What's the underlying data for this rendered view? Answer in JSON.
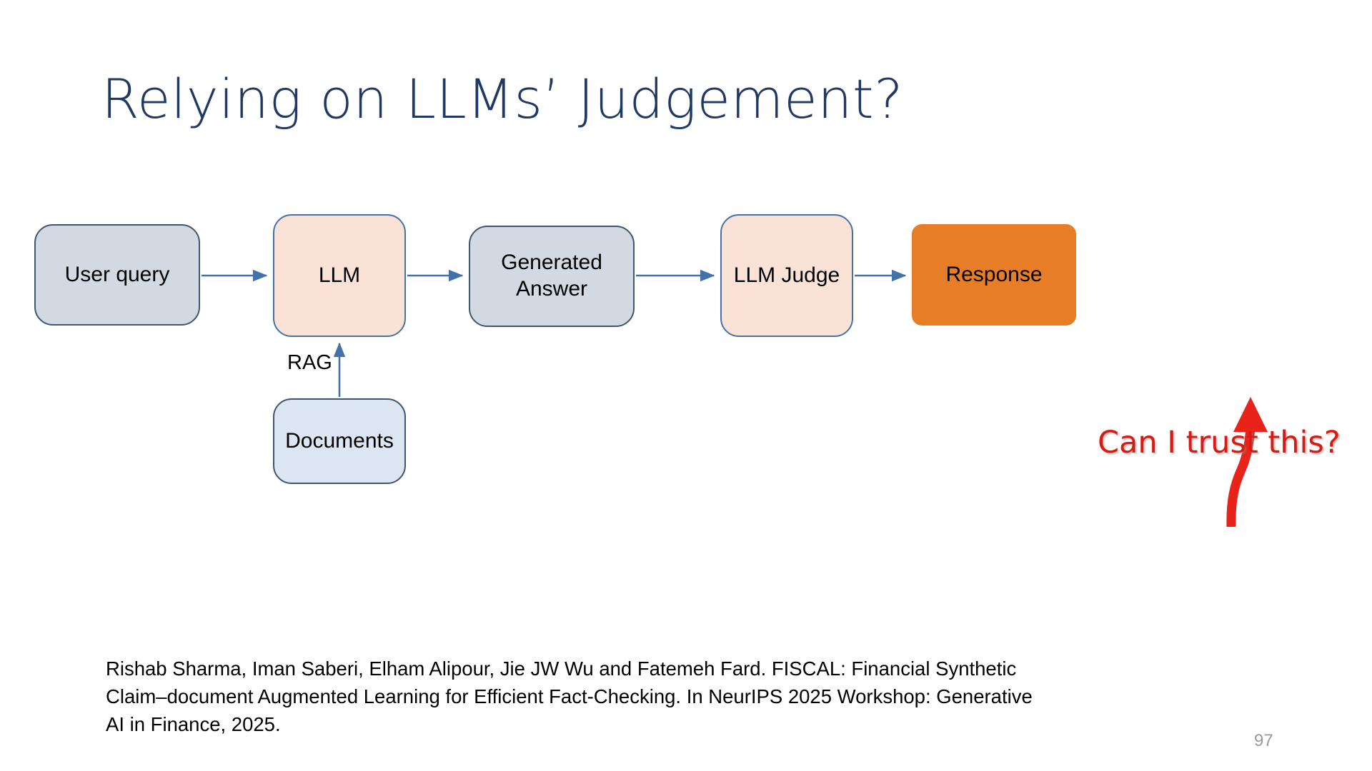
{
  "slide": {
    "title": "Relying on LLMs’ Judgement?",
    "page_number": "97",
    "background_color": "#FFFFFF",
    "title_color": "#1F3864"
  },
  "diagram": {
    "type": "flowchart",
    "nodes": [
      {
        "id": "user-query",
        "label": "User query",
        "fill": "#D3D9E3",
        "border": "#41566B",
        "text_color": "#000000"
      },
      {
        "id": "llm",
        "label": "LLM",
        "fill": "#FAE3D6",
        "border": "#4472A8",
        "text_color": "#000000"
      },
      {
        "id": "generated-answer",
        "label": "Generated\nAnswer",
        "label_line1": "Generated",
        "label_line2": "Answer",
        "fill": "#D3D9E3",
        "border": "#41566B",
        "text_color": "#000000"
      },
      {
        "id": "llm-judge",
        "label": "LLM Judge",
        "fill": "#FAE3D6",
        "border": "#4472A8",
        "text_color": "#000000"
      },
      {
        "id": "response",
        "label": "Response",
        "fill": "#E87D27",
        "border": "none",
        "text_color": "#000000"
      },
      {
        "id": "documents",
        "label": "Documents",
        "fill": "#DCE6F2",
        "border": "#41566B",
        "text_color": "#000000"
      }
    ],
    "edges": [
      {
        "from": "user-query",
        "to": "llm",
        "label": ""
      },
      {
        "from": "llm",
        "to": "generated-answer",
        "label": ""
      },
      {
        "from": "generated-answer",
        "to": "llm-judge",
        "label": ""
      },
      {
        "from": "llm-judge",
        "to": "response",
        "label": ""
      },
      {
        "from": "documents",
        "to": "llm",
        "label": "RAG"
      }
    ],
    "edge_color": "#4472A8",
    "rag_label": "RAG"
  },
  "callout": {
    "text": "Can I trust this?",
    "color": "#D81A12",
    "arrow": "curved-up-arrow",
    "points_to": "response"
  },
  "citation": {
    "line1": "Rishab Sharma, Iman Saberi, Elham Alipour, Jie JW Wu and Fatemeh Fard. FISCAL: Financial Synthetic",
    "line2": "Claim–document Augmented Learning for Efficient Fact-Checking. In NeurIPS 2025 Workshop: Generative",
    "line3": "AI in Finance, 2025."
  }
}
